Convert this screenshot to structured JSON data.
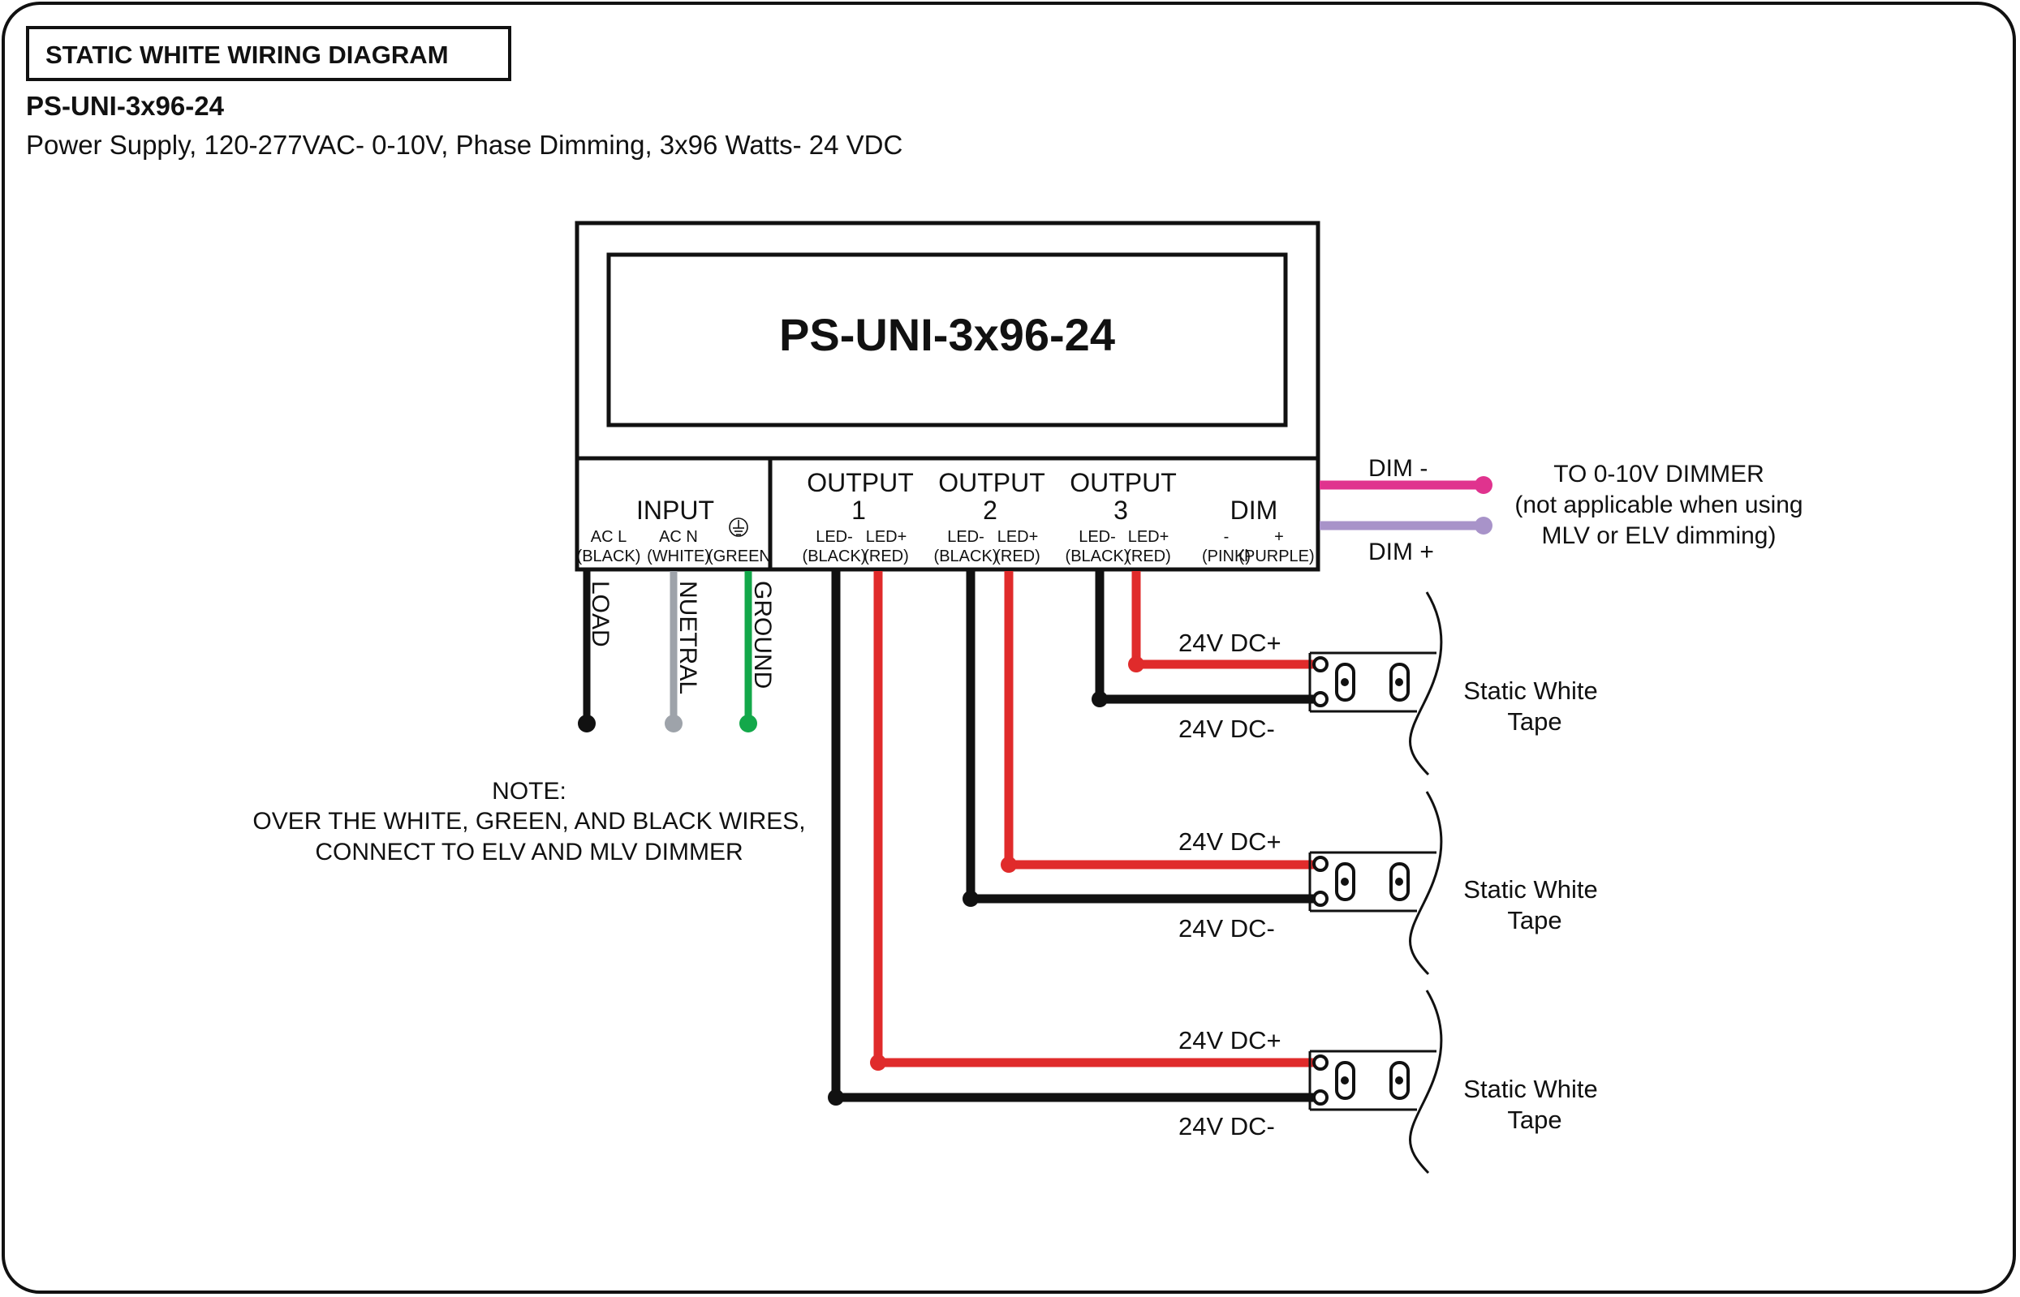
{
  "header": {
    "title": "STATIC WHITE WIRING DIAGRAM",
    "model": "PS-UNI-3x96-24",
    "description": "Power Supply, 120-277VAC- 0-10V, Phase Dimming, 3x96 Watts- 24 VDC"
  },
  "power_supply": {
    "label": "PS-UNI-3x96-24",
    "input": {
      "title": "INPUT",
      "terminals": [
        {
          "top": "AC L",
          "bottom": "(BLACK)"
        },
        {
          "top": "AC N",
          "bottom": "(WHITE)"
        },
        {
          "top": "",
          "bottom": "(GREEN"
        }
      ]
    },
    "outputs": [
      {
        "title": "OUTPUT",
        "number": "1",
        "neg": "LED-",
        "pos": "LED+",
        "neg_color": "(BLACK)",
        "pos_color": "(RED)"
      },
      {
        "title": "OUTPUT",
        "number": "2",
        "neg": "LED-",
        "pos": "LED+",
        "neg_color": "(BLACK)",
        "pos_color": "(RED)"
      },
      {
        "title": "OUTPUT",
        "number": "3",
        "neg": "LED-",
        "pos": "LED+",
        "neg_color": "(BLACK)",
        "pos_color": "(RED)"
      }
    ],
    "dim": {
      "title": "DIM",
      "neg": "-",
      "pos": "+",
      "neg_color": "(PINK)",
      "pos_color": "(PURPLE)"
    }
  },
  "input_wires": [
    "LOAD",
    "NUETRAL",
    "GROUND"
  ],
  "dim_wires": {
    "minus_label": "DIM -",
    "plus_label": "DIM +",
    "target": [
      "TO 0-10V DIMMER",
      "(not applicable when using",
      "MLV or ELV dimming)"
    ]
  },
  "tape_label_pos": "24V DC+",
  "tape_label_neg": "24V DC-",
  "tapes": [
    {
      "line1": "Static White",
      "line2": "Tape"
    },
    {
      "line1": "Static White",
      "line2": "Tape"
    },
    {
      "line1": "Static White",
      "line2": "Tape"
    }
  ],
  "note": [
    "NOTE:",
    "OVER THE WHITE, GREEN, AND BLACK WIRES,",
    "CONNECT TO ELV AND MLV DIMMER"
  ],
  "colors": {
    "black_wire": "#111111",
    "red_wire": "#e02b2b",
    "white_wire": "#9ea3aa",
    "green_wire": "#13a84a",
    "pink_wire": "#e0338e",
    "purple_wire": "#a893c9"
  }
}
